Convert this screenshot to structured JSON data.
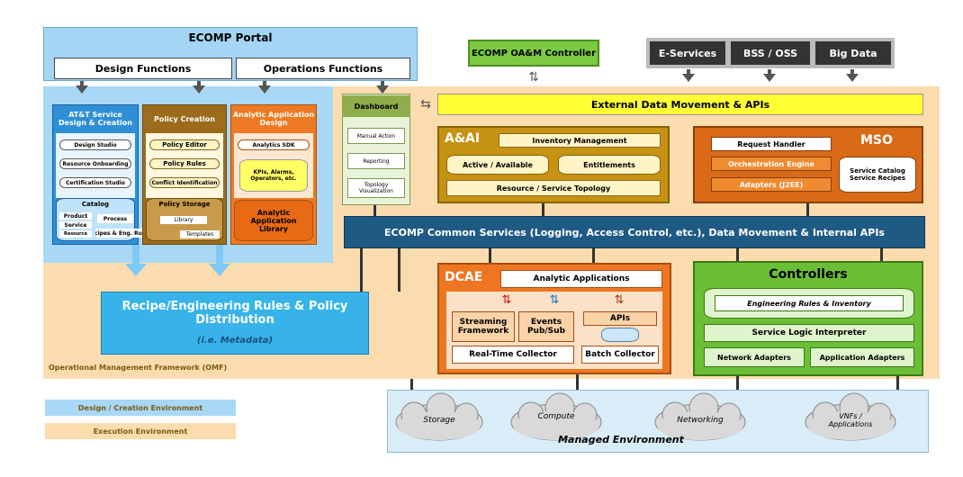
{
  "portal": {
    "title": "ECOMP Portal",
    "design": "Design Functions",
    "operations": "Operations Functions"
  },
  "oam": "ECOMP OA&M Controller",
  "ext": {
    "eservices": "E-Services",
    "bss": "BSS / OSS",
    "bigdata": "Big Data"
  },
  "ext_data": "External Data Movement  & APIs",
  "att": {
    "title": "AT&T Service Design & Creation",
    "items": [
      "Design Studio",
      "Resource Onboarding",
      "Certification Studio"
    ],
    "catalog": "Catalog",
    "catalog_items": [
      "Product",
      "Service",
      "Resource",
      "Process",
      "Recipes & Eng. Rules"
    ]
  },
  "policy": {
    "title": "Policy Creation",
    "items": [
      "Policy Editor",
      "Policy Rules",
      "Conflict Identification"
    ],
    "storage": "Policy Storage",
    "storage_items": [
      "Library",
      "Templates"
    ]
  },
  "analytic": {
    "title": "Analytic Application Design",
    "sdk": "Analytics SDK",
    "kpis": "KPIs, Alarms, Operators, etc.",
    "library": "Analytic Application Library"
  },
  "dashboard": {
    "title": "Dashboard",
    "items": [
      "Manual Action",
      "Reporting",
      "Topology Visualization"
    ]
  },
  "aai": {
    "title": "A&AI",
    "inventory": "Inventory Management",
    "active": "Active / Available",
    "entitlements": "Entitlements",
    "topology": "Resource / Service Topology"
  },
  "mso": {
    "title": "MSO",
    "request": "Request Handler",
    "orchestration": "Orchestration Engine",
    "adapters": "Adapters (J2EE)",
    "catalog": "Service Catalog Service Recipes"
  },
  "common": "ECOMP Common Services (Logging, Access Control, etc.), Data Movement & Internal APIs",
  "recipe": {
    "title": "Recipe/Engineering Rules & Policy Distribution",
    "sub": "(i.e. Metadata)"
  },
  "omf": "Operational Management Framework (OMF)",
  "dcae": {
    "title": "DCAE",
    "analytic": "Analytic Applications",
    "streaming": "Streaming Framework",
    "events": "Events Pub/Sub",
    "apis": "APIs",
    "realtime": "Real-Time Collector",
    "batch": "Batch Collector"
  },
  "controllers": {
    "title": "Controllers",
    "rules": "Engineering  Rules & Inventory",
    "sli": "Service Logic Interpreter",
    "network": "Network Adapters",
    "application": "Application Adapters"
  },
  "managed": {
    "storage": "Storage",
    "compute": "Compute",
    "networking": "Networking",
    "vnfs": "VNFs / Applications",
    "title": "Managed Environment"
  },
  "legend": {
    "design": "Design / Creation Environment",
    "execution": "Execution Environment"
  },
  "colors": {
    "blue_light": "#9fd4f5",
    "peach": "#fbdcae",
    "orange": "#e8731e",
    "green": "#7cc943",
    "navy": "#1f5a85",
    "yellow": "#ffff33",
    "gray_dark": "#333333"
  }
}
